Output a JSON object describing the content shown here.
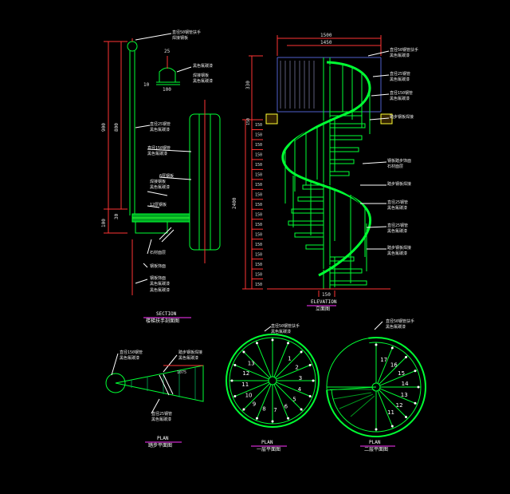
{
  "colors": {
    "background": "#000000",
    "linework": "#00ff33",
    "dim_lines": "#ff3333",
    "text": "#ffffff",
    "title_underline": "#ff33ff",
    "cyan": "#33ffff",
    "yellow": "#ffff33",
    "blue": "#6677ff"
  },
  "section": {
    "title": "SECTION",
    "subtitle": "楼梯扶手剖面图",
    "dim_top": "25",
    "dim_small": "10",
    "dim_width": "100",
    "dim_h1": "900",
    "dim_h2": "800",
    "dim_h3": "30",
    "dim_h4": "100",
    "notes": [
      "直径50钢管扶手",
      "焊接钢板",
      "黑色氟碳漆",
      "直径25钢管",
      "黑色氟碳漆",
      "直径150钢管",
      "黑色氟碳漆",
      "6厚钢板",
      "黑色氟碳漆",
      "12厚钢板",
      "石材面层",
      "钢板饰面",
      "黑色氟碳漆"
    ]
  },
  "elevation": {
    "title": "ELEVATION",
    "subtitle": "立面图",
    "dim_1500": "1500",
    "dim_1450": "1450",
    "dim_330": "330",
    "dim_2400": "2400",
    "dim_150": "150",
    "dim_150b": "150",
    "step_values": [
      "150",
      "150",
      "150",
      "150",
      "150",
      "150",
      "150",
      "150",
      "150",
      "150",
      "150",
      "150",
      "150",
      "150",
      "150",
      "150",
      "150"
    ],
    "notes": [
      "直径50钢管扶手",
      "黑色氟碳漆",
      "直径25钢管",
      "黑色氟碳漆",
      "直径150钢管",
      "黑色氟碳漆",
      "踏步钢板焊接",
      "黑色氟碳漆",
      "钢板踏步饰面",
      "石材面层",
      "直径25钢管",
      "黑色氟碳漆",
      "踏步钢板焊接",
      "黑色氟碳漆"
    ]
  },
  "plan_detail": {
    "title": "PLAN",
    "subtitle": "踏步平面图",
    "notes": [
      "直径150钢管",
      "黑色氟碳漆",
      "踏步钢板焊接",
      "黑色氟碳漆",
      "直径25钢管",
      "黑色氟碳漆"
    ],
    "dim": "1075"
  },
  "plan_1": {
    "title": "PLAN",
    "subtitle": "一层平面图",
    "notes": [
      "直径50钢管扶手",
      "黑色氟碳漆"
    ],
    "steps": [
      "1",
      "2",
      "3",
      "4",
      "5",
      "6",
      "7",
      "8",
      "9",
      "10",
      "11",
      "12",
      "13"
    ]
  },
  "plan_2": {
    "title": "PLAN",
    "subtitle": "二层平面图",
    "notes": [
      "直径50钢管扶手",
      "黑色氟碳漆"
    ],
    "steps": [
      "11",
      "12",
      "13",
      "14",
      "15",
      "16",
      "17"
    ]
  }
}
